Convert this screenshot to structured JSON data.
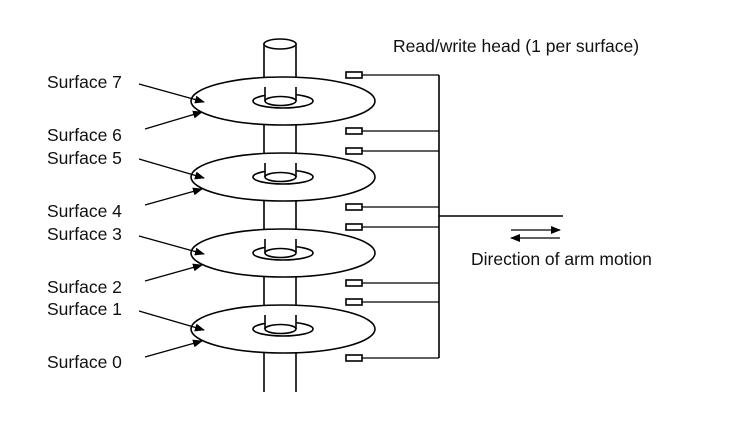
{
  "head_label": "Read/write head (1 per surface)",
  "arm_motion_label": "Direction of arm motion",
  "surfaces": [
    "Surface 7",
    "Surface 6",
    "Surface 5",
    "Surface 4",
    "Surface 3",
    "Surface 2",
    "Surface 1",
    "Surface 0"
  ],
  "colors": {
    "line": "#000000",
    "background": "#ffffff",
    "text": "#111111"
  }
}
